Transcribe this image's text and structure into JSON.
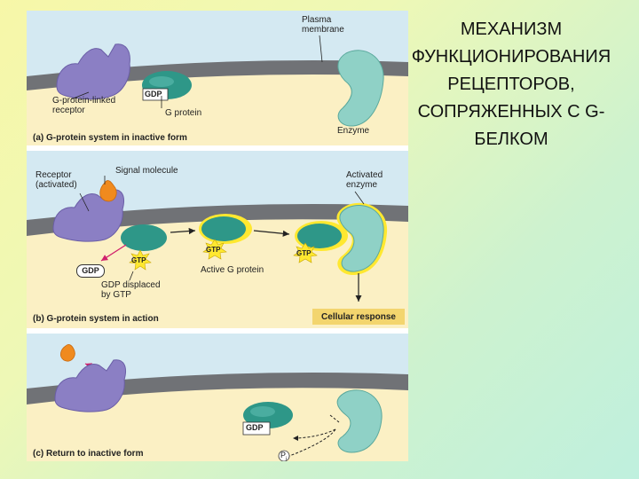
{
  "title_lines": [
    "МЕХАНИЗМ",
    "ФУНКЦИОНИРОВАНИЯ",
    "РЕЦЕПТОРОВ,",
    "СОПРЯЖЕННЫХ С G-",
    "БЕЛКОМ"
  ],
  "panel_a": {
    "caption": "(a) G-protein system in inactive form",
    "membrane_label_1": "Plasma",
    "membrane_label_2": "membrane",
    "receptor_label_1": "G-protein-linked",
    "receptor_label_2": "receptor",
    "gdp": "GDP",
    "g_protein_label": "G protein",
    "enzyme_label": "Enzyme"
  },
  "panel_b": {
    "caption": "(b) G-protein system in action",
    "receptor_label_1": "Receptor",
    "receptor_label_2": "(activated)",
    "signal_label": "Signal molecule",
    "activated_enzyme_1": "Activated",
    "activated_enzyme_2": "enzyme",
    "gtp": "GTP",
    "gdp": "GDP",
    "active_g_protein": "Active G protein",
    "gdp_displaced_1": "GDP displaced",
    "gdp_displaced_2": "by GTP",
    "cellular_response": "Cellular response"
  },
  "panel_c": {
    "caption": "(c) Return to inactive form",
    "gdp": "GDP",
    "phosphate": "P",
    "phosphate_sub": "i"
  },
  "colors": {
    "cytoplasm": "#fbf0c4",
    "extracellular": "#d4e9f2",
    "membrane": "#707276",
    "receptor": "#8b7fc4",
    "g_protein": "#2e9788",
    "enzyme": "#8fd1c6",
    "signal": "#f08a1e",
    "gtp_star": "#ffe830",
    "title_text": "#111111"
  }
}
